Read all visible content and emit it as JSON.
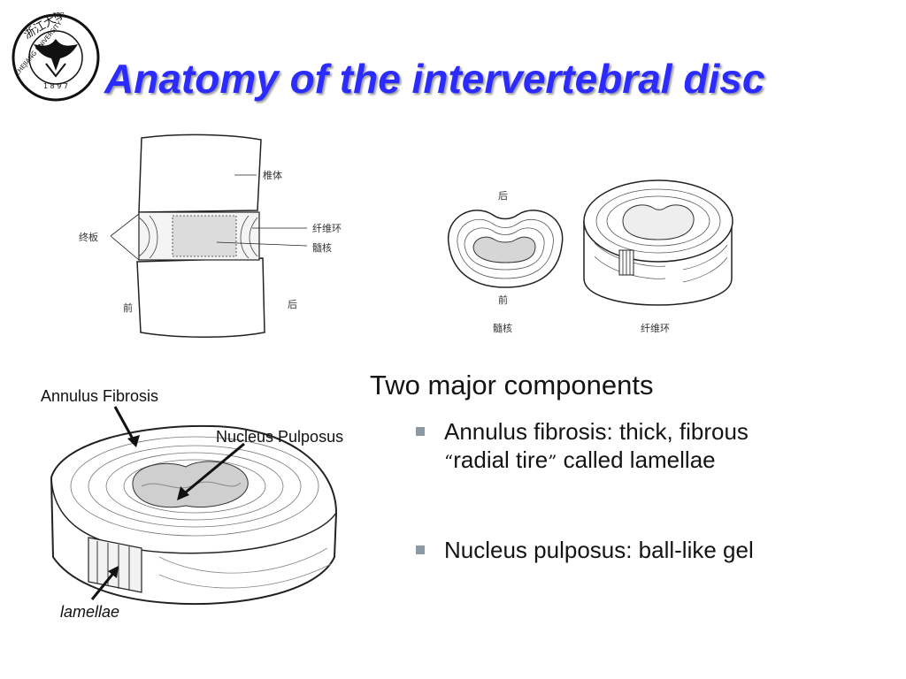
{
  "title": "Anatomy of the intervertebral disc",
  "logo": {
    "year": "1 8 9 7",
    "ring_text": "ZHEJIANG UNIVERSITY",
    "chinese_name": "浙江大學"
  },
  "figure_top_left": {
    "labels": {
      "vertebral_body": "椎体",
      "endplate": "终板",
      "annulus": "纤维环",
      "nucleus": "髓核",
      "anterior": "前",
      "posterior": "后"
    }
  },
  "figure_top_middle": {
    "labels": {
      "posterior": "后",
      "anterior": "前",
      "caption": "髓核"
    }
  },
  "figure_top_right": {
    "labels": {
      "caption": "纤维环"
    }
  },
  "figure_bottom": {
    "labels": {
      "annulus": "Annulus Fibrosis",
      "nucleus": "Nucleus Pulposus",
      "lamellae": "lamellae"
    }
  },
  "content": {
    "heading": "Two major components",
    "bullets": [
      {
        "line1": "Annulus fibrosis: thick, fibrous",
        "quote_open": "“",
        "line2_mid": "radial tire",
        "quote_close": "”",
        "line2_end": " called lamellae"
      },
      {
        "line1": "Nucleus pulposus: ball-like gel"
      }
    ]
  },
  "colors": {
    "title": "#2b2bff",
    "text": "#141414",
    "bullet_marker": "#8c9aa8"
  }
}
